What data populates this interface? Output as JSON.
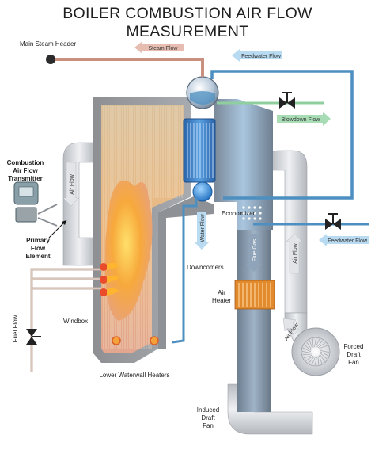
{
  "title": "BOILER COMBUSTION AIR FLOW MEASUREMENT",
  "labels": {
    "main_steam_header": "Main Steam Header",
    "steam_flow": "Steam Flow",
    "feedwater_flow_top": "Feedwater Flow",
    "blowdown_flow": "Blowdown Flow",
    "transmitter_line1": "Combustion",
    "transmitter_line2": "Air Flow",
    "transmitter_line3": "Transmitter",
    "air_flow_left": "Air Flow",
    "primary_line1": "Primary",
    "primary_line2": "Flow",
    "primary_line3": "Element",
    "water_flow": "Water Flow",
    "economizer": "Economizer",
    "feedwater_flow_right": "Feedwater Flow",
    "flue_gas": "Flue Gas",
    "air_flow_right": "Air Flow",
    "downcomers": "Downcomers",
    "air_heater_line1": "Air",
    "air_heater_line2": "Heater",
    "fuel_flow": "Fuel Flow",
    "windbox": "Windbox",
    "lower_waterwall_heaters": "Lower Waterwall Heaters",
    "air_flow_fan": "Air Flow",
    "forced_draft_line1": "Forced",
    "forced_draft_line2": "Draft",
    "forced_draft_line3": "Fan",
    "induced_draft_line1": "Induced",
    "induced_draft_line2": "Draft",
    "induced_draft_line3": "Fan"
  },
  "colors": {
    "steam_pipe": "#c98f7f",
    "water_pipe": "#4c8fc0",
    "blowdown_pipe": "#8fcf9f",
    "duct": "#c9ccd0",
    "furnace_fire": "#f5a23a",
    "valve": "#222222"
  },
  "icons": {
    "valve": "valve-icon",
    "fan": "fan-icon",
    "transmitter": "transmitter-icon",
    "burner": "burner-icon"
  }
}
